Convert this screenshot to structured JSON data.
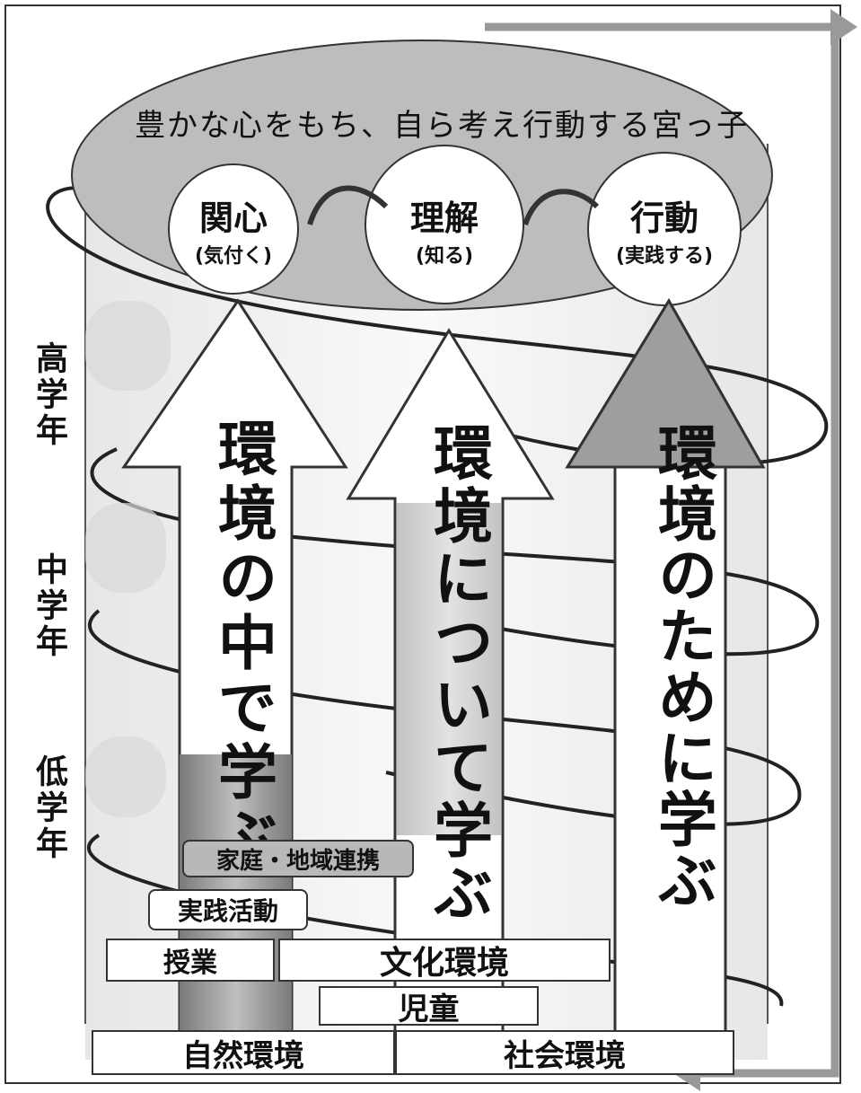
{
  "top_label": "豊かな心をもち、自ら考え行動する宮っ子",
  "circles": [
    {
      "title": "関心",
      "sub": "(気付く)"
    },
    {
      "title": "理解",
      "sub": "(知る)"
    },
    {
      "title": "行動",
      "sub": "(実践する)"
    }
  ],
  "grade_labels": [
    "高学年",
    "中学年",
    "低学年"
  ],
  "arrows": [
    {
      "text": "環境の中で学ぶ"
    },
    {
      "text": "環境について学ぶ"
    },
    {
      "text": "環境のために学ぶ"
    }
  ],
  "boxes": {
    "family": "家庭・地域連携",
    "practice": "実践活動",
    "lesson": "授業",
    "culture": "文化環境",
    "children": "児童",
    "nature": "自然環境",
    "society": "社会環境"
  },
  "colors": {
    "shade": "#bdbdbd",
    "dark": "#8a8a8a",
    "line": "#222222"
  }
}
